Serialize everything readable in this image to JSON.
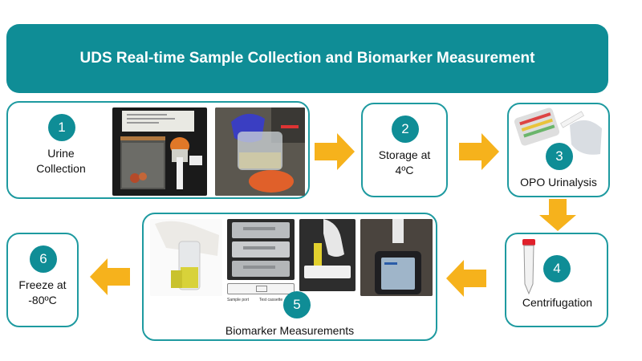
{
  "title": "UDS Real-time Sample Collection and Biomarker Measurement",
  "steps": [
    {
      "number": "1",
      "label_line1": "Urine",
      "label_line2": "Collection"
    },
    {
      "number": "2",
      "label_line1": "Storage at",
      "label_line2": "4ºC"
    },
    {
      "number": "3",
      "label_line1": "OPO Urinalysis"
    },
    {
      "number": "4",
      "label_line1": "Centrifugation"
    },
    {
      "number": "5",
      "label_line1": "Biomarker Measurements",
      "caption_sample": "Sample port",
      "caption_test": "Test cassette"
    },
    {
      "number": "6",
      "label_line1": "Freeze at",
      "label_line2": "-80ºC"
    }
  ],
  "colors": {
    "teal": "#0f8d96",
    "arrow": "#f6b21c"
  }
}
